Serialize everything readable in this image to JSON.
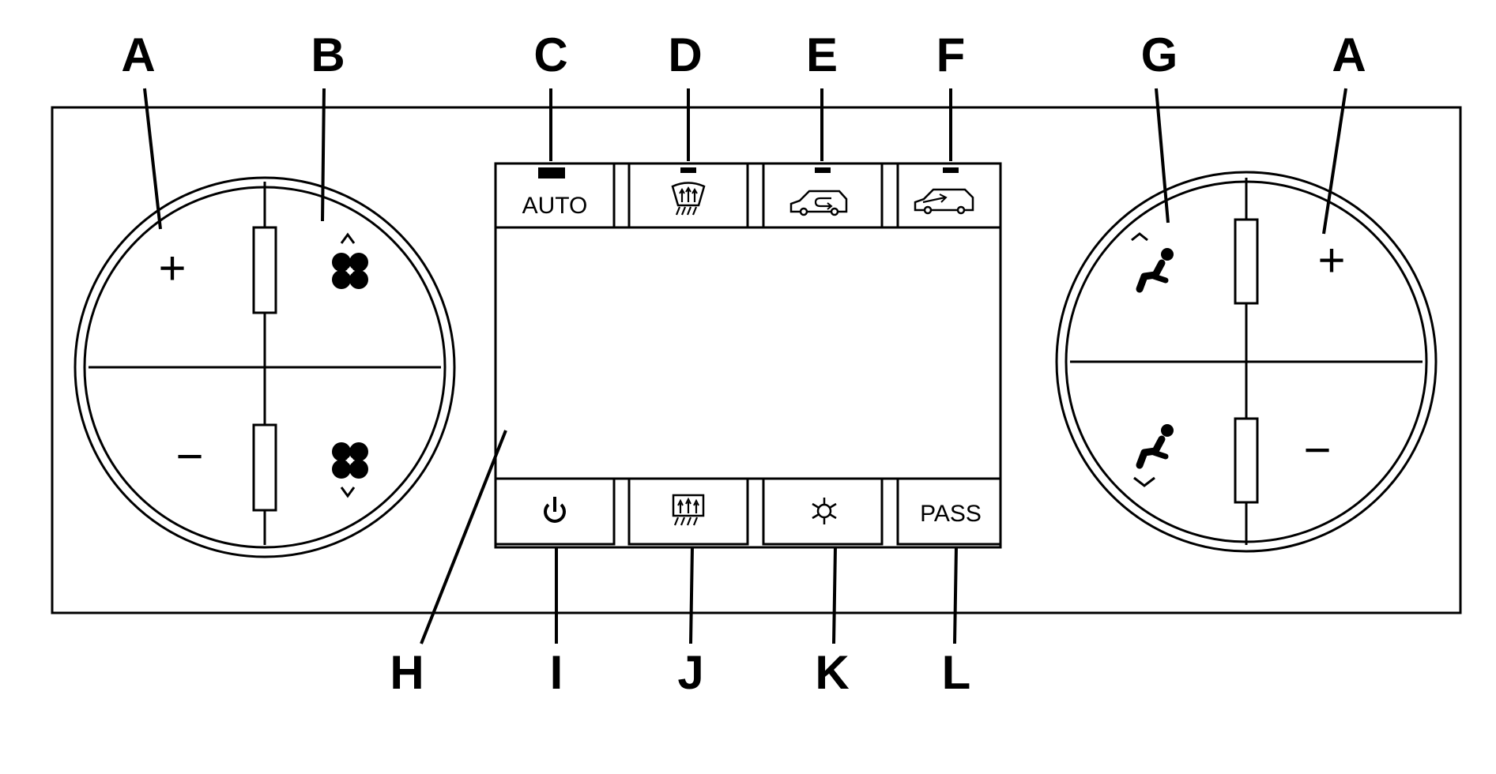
{
  "callouts": {
    "A_left": "A",
    "B": "B",
    "C": "C",
    "D": "D",
    "E": "E",
    "F": "F",
    "G": "G",
    "A_right": "A",
    "H": "H",
    "I": "I",
    "J": "J",
    "K": "K",
    "L": "L"
  },
  "left_knob": {
    "plus_symbol": "+",
    "minus_symbol": "−",
    "fan_up_chevron": "⌃",
    "fan_down_chevron": "⌄"
  },
  "right_knob": {
    "plus_symbol": "+",
    "minus_symbol": "−"
  },
  "buttons": {
    "auto_label": "AUTO",
    "pass_label": "PASS"
  },
  "icons": {
    "front_defrost": "front-defrost-icon",
    "recirculation": "recirculation-icon",
    "outside_air": "outside-air-icon",
    "power": "power-icon",
    "rear_defrost": "rear-defrost-icon",
    "ac_snowflake": "snowflake-icon",
    "fan": "fan-icon",
    "seat": "seat-icon"
  },
  "colors": {
    "line": "#000000",
    "background": "#ffffff"
  }
}
